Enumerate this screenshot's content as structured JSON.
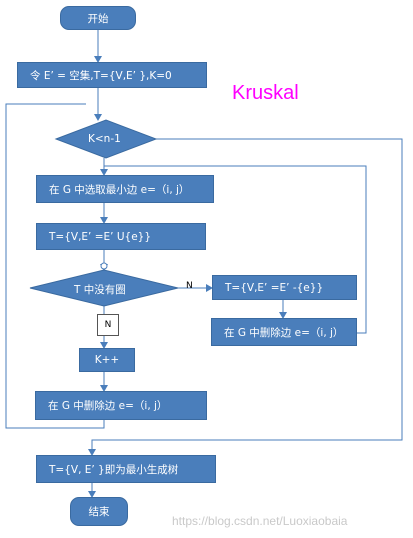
{
  "title": "Kruskal",
  "nodes": {
    "start": "开始",
    "init": "令 E’ = 空集,T={V,E’ },K=0",
    "cond_k": "K<n-1",
    "select_edge": "在 G 中选取最小边 e=（i, j）",
    "update_t": "T={V,E’ =E’ U{e}}",
    "cond_cycle": "T 中没有圈",
    "remove_t": "T={V,E’ =E’ -{e}}",
    "delete_edge_right": "在 G 中删除边 e=（i, j）",
    "k_inc": "K++",
    "delete_edge_left": "在 G 中删除边 e=（i, j）",
    "result": "T={V, E’ }即为最小生成树",
    "end": "结束"
  },
  "edge_labels": {
    "yes_branch": "N",
    "no_branch": "N"
  },
  "watermark": "https://blog.csdn.net/Luoxiaobaia"
}
